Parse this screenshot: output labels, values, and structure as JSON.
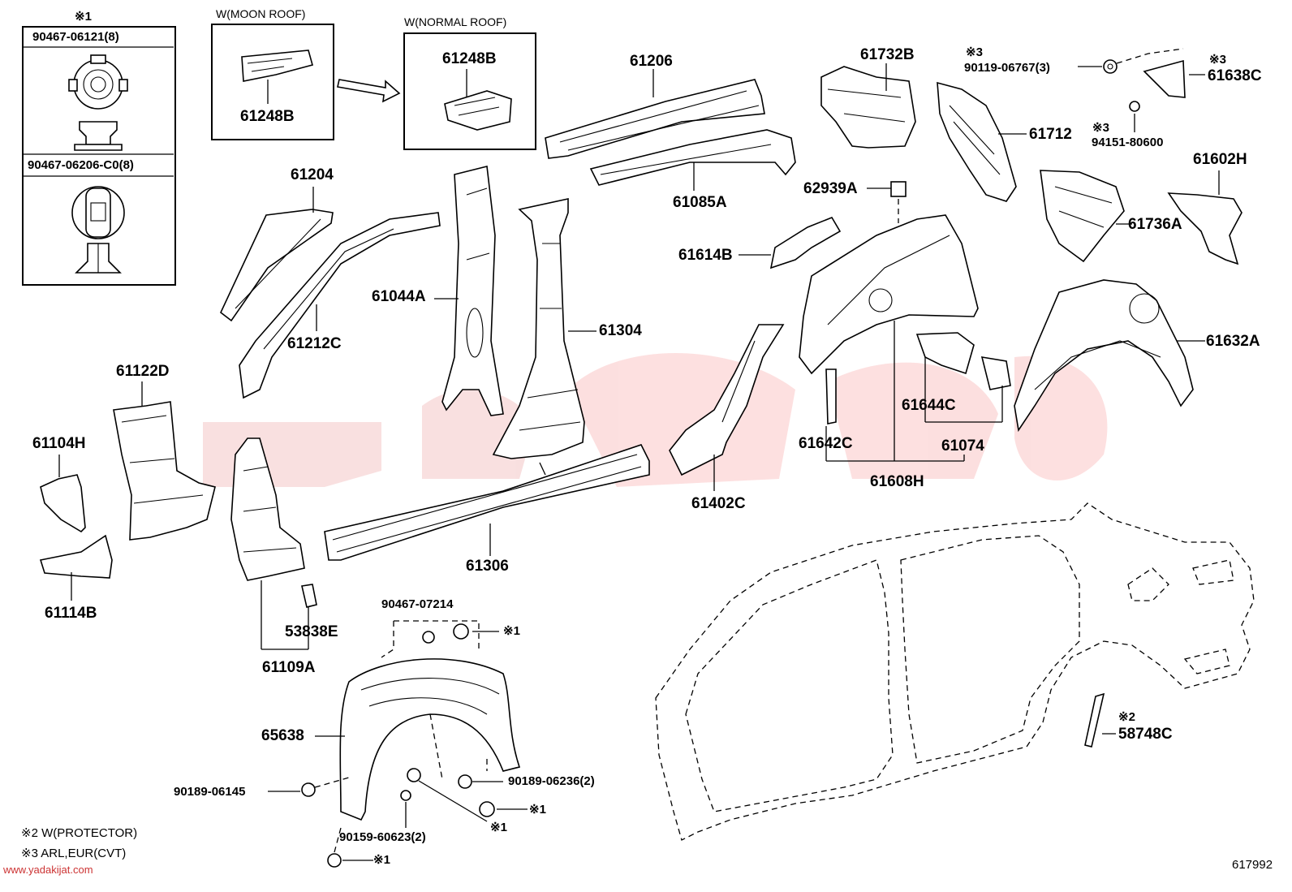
{
  "clip_box": {
    "note_marker": "※1",
    "part_a": "90467-06121(8)",
    "part_b": "90467-06206-C0(8)"
  },
  "variant_boxes": {
    "moon_roof": {
      "caption": "W(MOON ROOF)",
      "part": "61248B"
    },
    "normal_roof": {
      "caption": "W(NORMAL ROOF)",
      "part": "61248B"
    }
  },
  "parts": {
    "p61206": "61206",
    "p61085A": "61085A",
    "p61732B": "61732B",
    "p61712": "61712",
    "p90119": "90119-06767(3)",
    "p61638C": "61638C",
    "p94151": "94151-80600",
    "p61602H": "61602H",
    "p61736A": "61736A",
    "p61204": "61204",
    "p61212C": "61212C",
    "p61044A": "61044A",
    "p61304": "61304",
    "p62939A": "62939A",
    "p61614B": "61614B",
    "p61632A": "61632A",
    "p61122D": "61122D",
    "p61104H": "61104H",
    "p61114B": "61114B",
    "p61644C": "61644C",
    "p61642C": "61642C",
    "p61074": "61074",
    "p61608H": "61608H",
    "p61402C": "61402C",
    "p61306": "61306",
    "p53838E": "53838E",
    "p61109A": "61109A",
    "p90467_07214": "90467-07214",
    "p65638": "65638",
    "p90189_06145": "90189-06145",
    "p90189_06236": "90189-06236(2)",
    "p90159": "90159-60623(2)",
    "p58748C": "58748C"
  },
  "markers": {
    "m1": "※1",
    "m2": "※2",
    "m3": "※3"
  },
  "legend": {
    "note2": "※2 W(PROTECTOR)",
    "note3": "※3 ARL,EUR(CVT)"
  },
  "watermark": "www.yadakijat.com",
  "reference": "617992"
}
